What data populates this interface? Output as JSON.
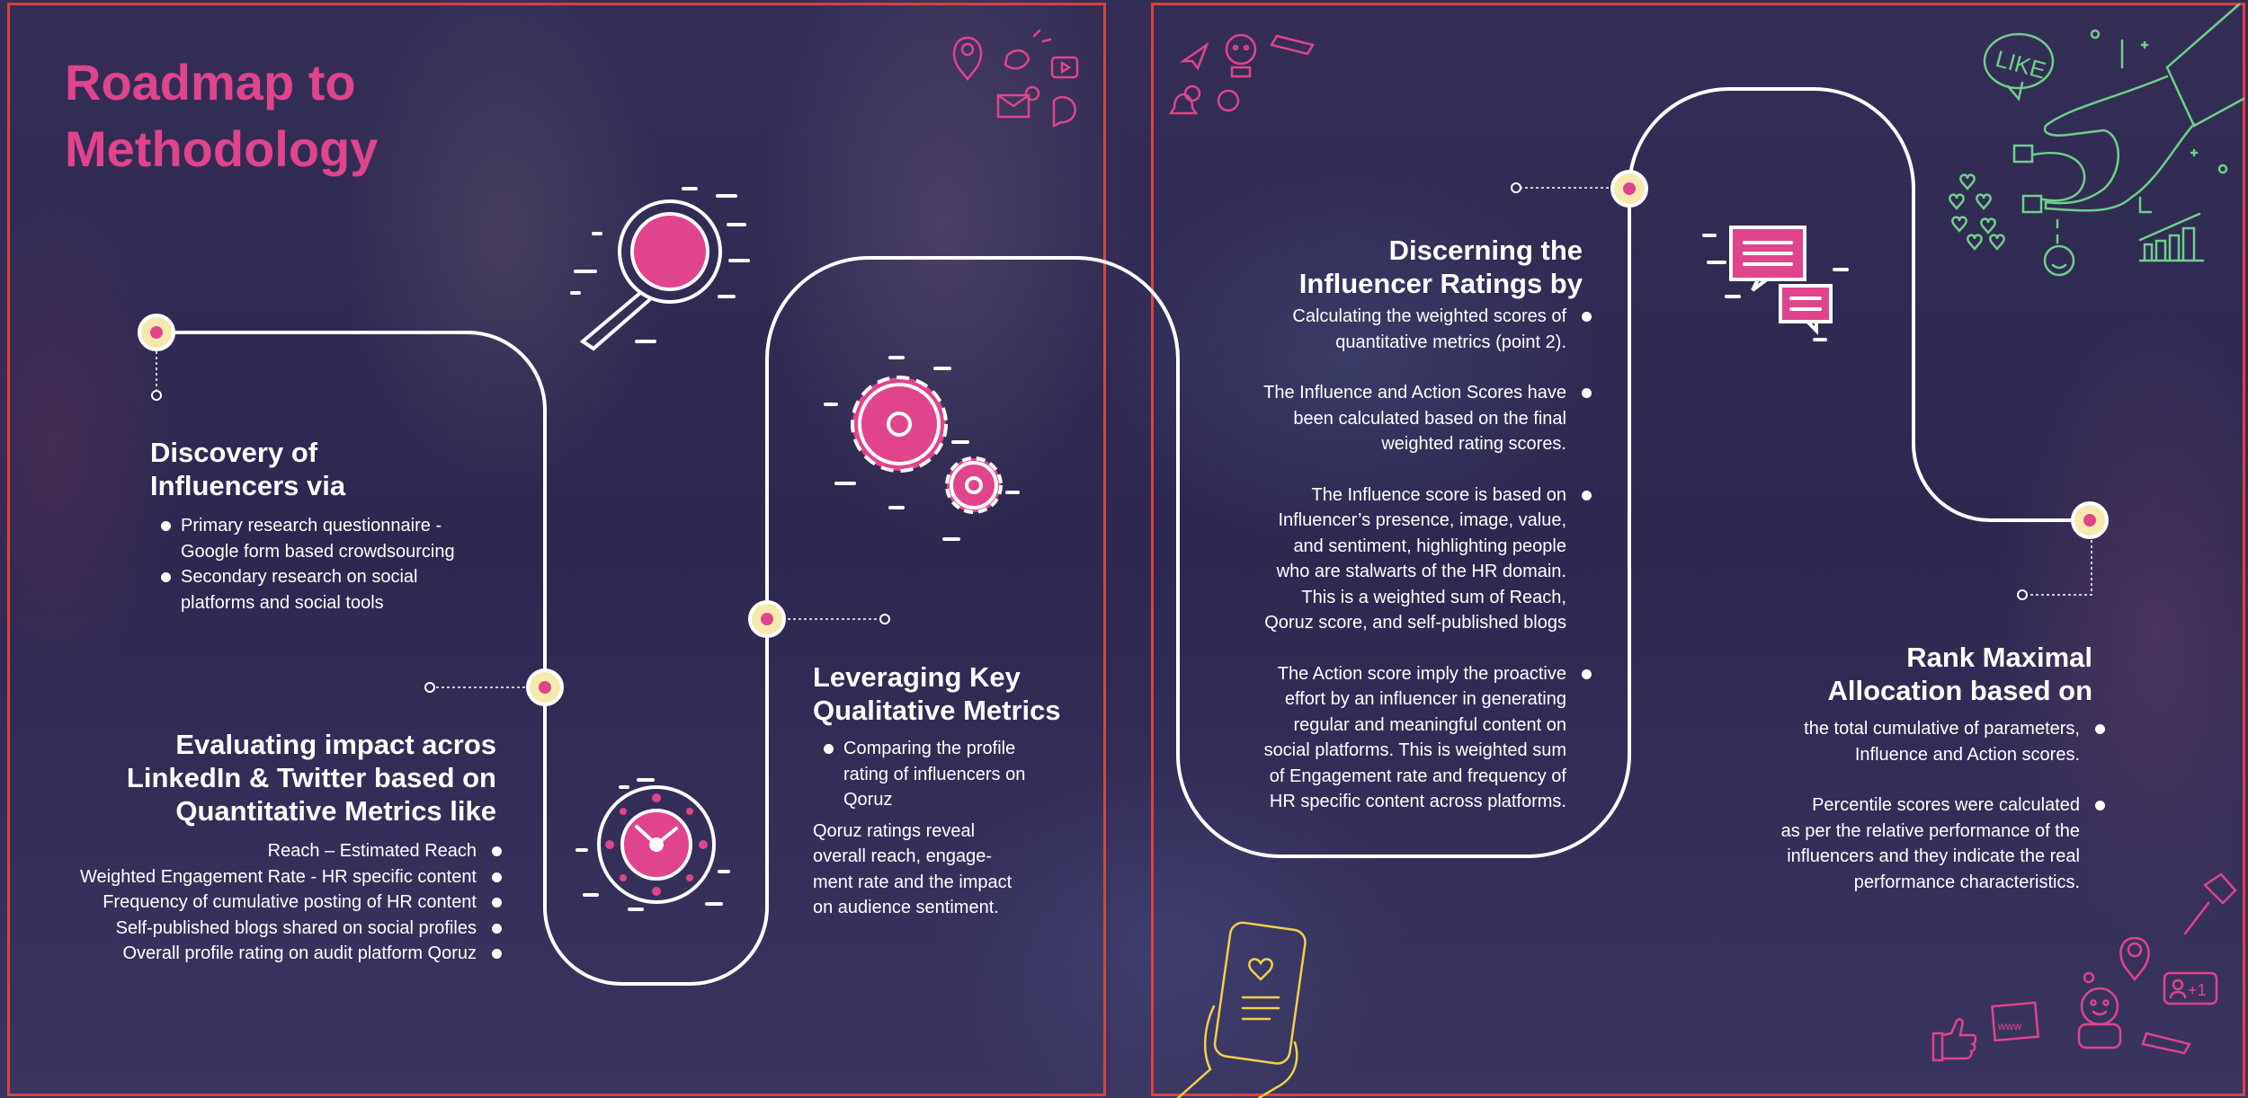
{
  "title": {
    "line1": "Roadmap to",
    "line2": "Methodology"
  },
  "colors": {
    "accent": "#e0448c",
    "node_fill": "#f6e9b0",
    "border": "#d9433f",
    "doodle_green": "#6fcf8a",
    "doodle_yellow": "#f2d04a"
  },
  "steps": [
    {
      "heading": [
        "Discovery of",
        "Influencers via"
      ],
      "bullets": [
        [
          "Primary research questionnaire -",
          "Google form based crowdsourcing"
        ],
        [
          "Secondary research on social",
          "platforms and social tools"
        ]
      ]
    },
    {
      "heading": [
        "Evaluating impact acros",
        "LinkedIn & Twitter based on",
        "Quantitative Metrics like"
      ],
      "bullets": [
        [
          "Reach – Estimated Reach"
        ],
        [
          "Weighted Engagement Rate - HR specific content"
        ],
        [
          "Frequency of cumulative posting of HR content"
        ],
        [
          "Self-published blogs shared on social profiles"
        ],
        [
          "Overall profile rating on audit platform Qoruz"
        ]
      ]
    },
    {
      "heading": [
        "Leveraging Key",
        "Qualitative Metrics"
      ],
      "bullets": [
        [
          "Comparing the profile",
          "rating of influencers on",
          "Qoruz"
        ]
      ],
      "paragraph": [
        "Qoruz ratings reveal",
        "overall reach, engage-",
        "ment rate and the impact",
        "on audience sentiment."
      ]
    },
    {
      "heading": [
        "Discerning the",
        "Influencer Ratings by"
      ],
      "bullets": [
        [
          "Calculating the weighted scores of",
          "quantitative metrics (point 2)."
        ],
        [
          "The Influence and Action Scores have",
          "been calculated based on the final",
          "weighted rating scores."
        ],
        [
          "The Influence score is based on",
          "Influencer’s presence, image, value,",
          "and sentiment, highlighting people",
          "who are stalwarts of the HR domain.",
          "This is a weighted sum of Reach,",
          "Qoruz score, and self-published blogs"
        ],
        [
          "The Action score imply the proactive",
          "effort by an influencer in generating",
          "regular and meaningful content on",
          "social platforms. This is weighted sum",
          "of Engagement rate and frequency of",
          "HR specific content across platforms."
        ]
      ]
    },
    {
      "heading": [
        "Rank Maximal",
        "Allocation based on"
      ],
      "bullets": [
        [
          "the total cumulative of parameters,",
          "Influence and Action scores."
        ],
        [
          "Percentile scores were calculated",
          "as per the relative performance of the",
          "influencers and they indicate the real",
          "performance characteristics."
        ]
      ]
    }
  ],
  "doodles": {
    "like_bubble": "LIKE",
    "plus_one": "+1",
    "www": "www"
  }
}
